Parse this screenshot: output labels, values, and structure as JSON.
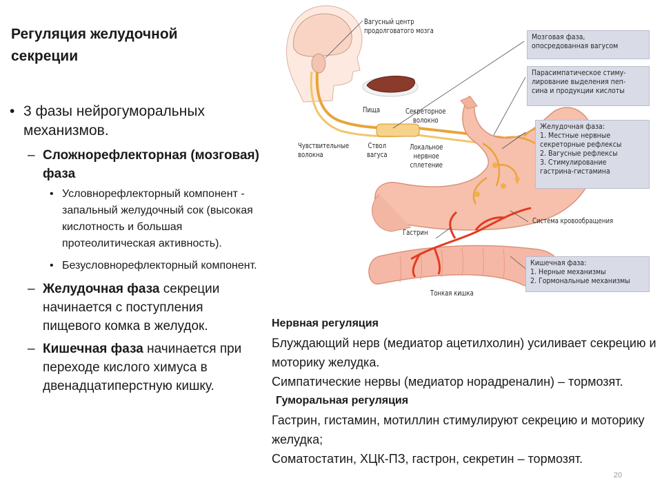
{
  "slide": {
    "title": "Регуляция желудочной секреции",
    "number": "20"
  },
  "bullets": {
    "phases": "3 фазы нейрогуморальных механизмов.",
    "complex": {
      "bold": "Сложнорефлекторная (мозговая) фаза",
      "sub1": "Условнорефлекторный компонент - запальный желудочный сок (высокая кислотность и большая протеолитическая активность).",
      "sub2": "Безусловнорефлекторный компонент."
    },
    "gastric": {
      "bold": "Желудочная фаза",
      "rest": " секреции начинается с поступления пищевого комка в желудок."
    },
    "intestinal": {
      "bold": "Кишечная фаза",
      "rest": " начинается при переходе кислого химуса в двенадцатиперстную кишку."
    }
  },
  "diagram": {
    "labels": {
      "vagal_center": "Вагусный центр\nпродолговатого мозга",
      "food": "Пища",
      "secretory_fiber": "Секреторное\nволокно",
      "sensory_fibers": "Чувствительные\nволокна",
      "vagus_trunk": "Ствол\nвагуса",
      "local_plexus": "Локальное\nнервное\nсплетение",
      "gastrin": "Гастрин",
      "circulation": "Система кровообращения",
      "small_intestine": "Тонкая кишка"
    },
    "boxes": {
      "brain_phase": "Мозговая фаза,\nопосредованная вагусом",
      "parasympathetic": "Парасимпатическое стиму-\nлирование выделения пеп-\nсина и продукции кислоты",
      "gastric_phase": "Желудочная фаза:\n1. Местные нервные\n    секреторные рефлексы\n2. Вагусные рефлексы\n3. Стимулирование\n    гастрина-гистамина",
      "intestinal_phase": "Кишечная фаза:\n1. Нерные механизмы\n2. Гормональные механизмы"
    },
    "colors": {
      "stomach": "#f6c0ac",
      "intestine": "#f6b8a6",
      "nerve": "#e8a43a",
      "blood": "#e23c22",
      "box": "#d9dbe6"
    }
  },
  "regulation": {
    "nervous_title": "Нервная регуляция",
    "nervous_text1": "Блуждающий нерв (медиатор ацетилхолин) усиливает секрецию и моторику желудка.",
    "nervous_text2": "Симпатические нервы (медиатор норадреналин) – тормозят.",
    "humoral_title": "Гуморальная регуляция",
    "humoral_text1": "Гастрин, гистамин, мотиллин стимулируют секрецию и моторику желудка;",
    "humoral_text2": "Соматостатин, ХЦК-ПЗ, гастрон, секретин – тормозят."
  }
}
